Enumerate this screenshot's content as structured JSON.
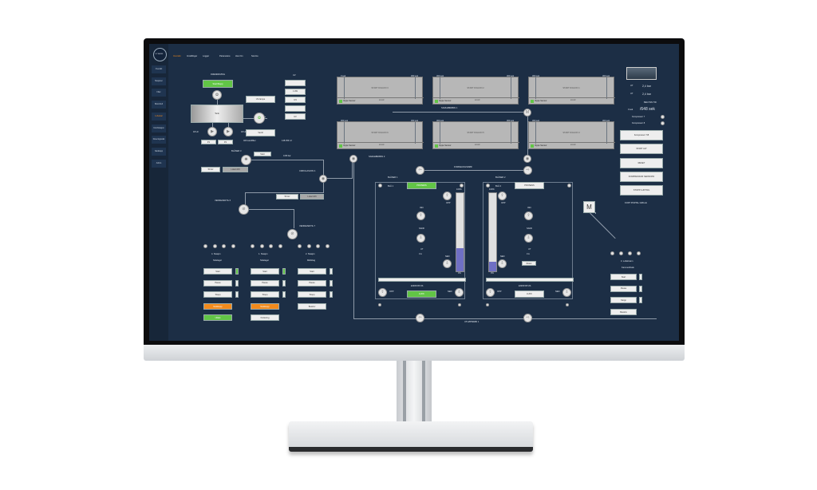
{
  "nav": {
    "logo": "OCTALINK",
    "tabs": [
      "Oversikt",
      "Innstillinger",
      "Logger",
      "Parametere",
      "Hva Om",
      "Service"
    ],
    "active": 0
  },
  "sidebar": {
    "items": [
      "Oversikt",
      "Stasjoner",
      "Filter",
      "Brønnhull",
      "Lufteskal",
      "Kombinasjon",
      "Doseringsvakt",
      "Nødstopp",
      "Admin"
    ],
    "active": 4
  },
  "left": {
    "fremdrift_label": "FREMDRIVING",
    "fremdrift_btn": "Start/Stopp",
    "tank_label": "Tank",
    "pump_hz_left": "18 Hz",
    "pump_hz_right": "18 Hz",
    "pump_a": "P1",
    "pump_b": "P2",
    "btn_upper": "UV-lampe",
    "btn_lower": "Ventil",
    "sandfilter": "400 sandfilter",
    "volume": "148 359 m³",
    "uv_label": "UV",
    "uv_values": [
      "",
      "1 kW",
      "0,5",
      "",
      "UV"
    ],
    "blaser_label": "BLÅSER 3",
    "blaser_btn": "Start",
    "pressure": "0.95 bar",
    "blaser_set": "50 Hz",
    "blaser_mode": "Lokal drift",
    "circ_label": "CIRKULASJON 4",
    "circ_set": "50 Hz",
    "circ_mode": "Lokal drift",
    "valve1": "VENDEVENTIL 6",
    "valve2": "VENDEVENTIL 7",
    "stations": [
      {
        "title": "4. Stasjon",
        "sub": "Sidelaget",
        "buttons": [
          "Start",
          "Pause",
          "Stopp"
        ],
        "extra": [
          "Nødstopp",
          "Utløst"
        ]
      },
      {
        "title": "1. Stasjon",
        "sub": "Sidelaget",
        "buttons": [
          "Start",
          "Pause",
          "Stopp"
        ],
        "extra": [
          "Nødstopp",
          "Kvittering"
        ]
      },
      {
        "title": "2. Stasjon",
        "sub": "Midtdrag",
        "buttons": [
          "Start",
          "Pause",
          "Stopp"
        ],
        "extra": [
          "Beskriv"
        ]
      }
    ]
  },
  "diagons": [
    {
      "title": "START DIAGON 3",
      "l": "0 sek",
      "r": "300 sek",
      "sensor": "Vippe Sensor",
      "state": "STOPP"
    },
    {
      "title": "START DIAGON 2",
      "l": "300 sek",
      "r": "300 sek",
      "sensor": "Vippe Sensor",
      "state": "STOPP"
    },
    {
      "title": "START DIAGON 1",
      "l": "300 sek",
      "r": "300 sek",
      "sensor": "Vippe Sensor",
      "state": "STOPP"
    },
    {
      "title": "START DIAGON 6",
      "l": "300 sek",
      "r": "300 sek",
      "sensor": "Vippe Sensor",
      "state": "STOPP"
    },
    {
      "title": "START DIAGON 5",
      "l": "300 sek",
      "r": "300 sek",
      "sensor": "Vippe Sensor",
      "state": "STOPP"
    },
    {
      "title": "START DIAGON 4",
      "l": "300 sek",
      "r": "300 sek",
      "sensor": "Vippe Sensor",
      "state": "STOPP"
    }
  ],
  "center": {
    "samle1": "SAMLEBRØNN 1",
    "samle2": "SAMLEBRØNN 2",
    "fordeling": "FORDELINGSRØR",
    "utlop": "UTLØPSRØR 1",
    "m_label": "M",
    "frames": [
      {
        "title": "BLÅSER 1",
        "tag": "BLÅ 1",
        "status": "PROSESS",
        "status_color": "green",
        "top": "100%",
        "mid": "50%",
        "bot": "0%",
        "fill_pct": 30,
        "opp": "OPP",
        "ned": "NED",
        "inn": "INN",
        "ned2": "SANK",
        "ut": "UT",
        "uv": "0 A",
        "enhet": "ENDSTATUS",
        "enhet_btn": "LUKK"
      },
      {
        "title": "BLÅSER 2",
        "tag": "BLÅ 2",
        "status": "PROSESS",
        "status_color": "white",
        "top": "100%",
        "mid": "50%",
        "bot": "0%",
        "fill_pct": 12,
        "opp": "OPP",
        "ned": "NED",
        "inn": "INN",
        "ned2": "SANK",
        "ut": "UT",
        "uv": "0 A",
        "enhet": "ENDSTATUS",
        "enhet_btn": "LUKK",
        "reset": "Reset"
      }
    ]
  },
  "right": {
    "line1_label": "UT",
    "line1_value": "2,4 bar",
    "line2_label": "UT",
    "line2_value": "2,4 bar",
    "timer_label": "BEGYNN TID",
    "timer_elapsed": "0 sek",
    "timer_total": "/648 sek",
    "komp1": "Kompressor 7",
    "komp2": "Kompressor 8",
    "buttons": [
      "Kompressor 7/8",
      "START ALT",
      "RESET",
      "KOMPRESSOR NEDSKRIV",
      "STOPP LUFTING"
    ],
    "portal": "KORT PORTAL GRILLE",
    "station": {
      "title": "3. Luftebrønn",
      "sub": "Kammerblusk",
      "buttons": [
        "Start",
        "Pause",
        "Stopp"
      ],
      "extra": "Beskriv"
    }
  },
  "colors": {
    "bg": "#1c2e45",
    "green": "#62c546",
    "orange": "#f28a1c",
    "fill": "#6f6fc4"
  }
}
